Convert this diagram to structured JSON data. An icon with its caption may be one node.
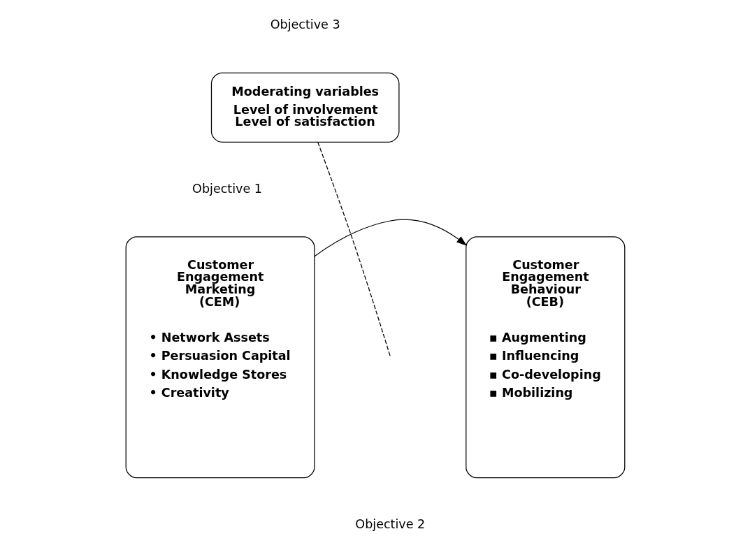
{
  "diagram": {
    "nodes": [
      {
        "text": [
          "Moderating variables",
          "Level of involvement Level of satisfaction"
        ]
      },
      {
        "text": [
          "Customer Engagement Marketing (CEM)",
          "• Network Assets",
          "• Persuasion Capital",
          "• Knowledge Stores",
          "• Creativity"
        ]
      },
      {
        "text": [
          "Customer Engagement Behaviour (CEB)",
          "▪ Augmenting",
          "▪ Influencing",
          "▪ Co-developing",
          "▪ Mobilizing"
        ]
      }
    ],
    "edges": [
      {
        "from": 1,
        "to": 2,
        "arrow": "to"
      },
      {
        "from": 0,
        "to": null,
        "arrow": "none",
        "style": "dashed"
      }
    ],
    "labels": [
      "Objective 3",
      "Objective 1",
      "Objective 2"
    ]
  }
}
